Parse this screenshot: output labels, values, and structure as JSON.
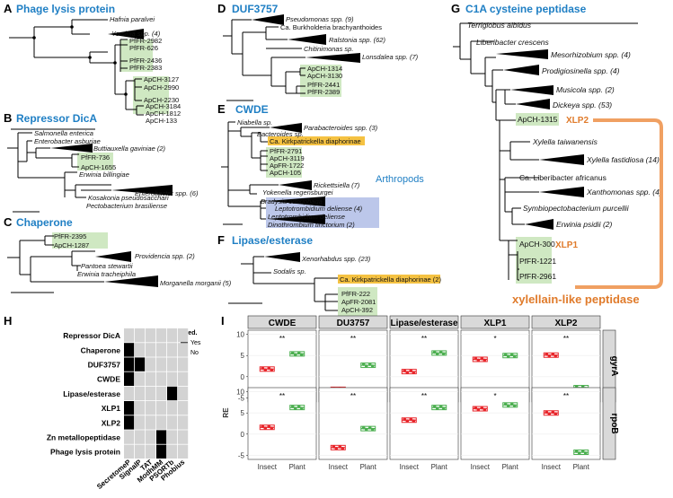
{
  "panels": {
    "A": {
      "letter": "A",
      "title": "Phage lysis protein",
      "taxa": [
        "Hafnia paralvei",
        "Yersinia spp. (4)",
        "PfFR-2982",
        "PfFR-626",
        "PfFR-2436",
        "PfFR-2383",
        "ApCH-3127",
        "ApCH-2990",
        "ApCH-2230",
        "ApCH-3184",
        "ApCH-1812",
        "ApCH-133"
      ]
    },
    "B": {
      "letter": "B",
      "title": "Repressor DicA",
      "taxa": [
        "Salmonella enterica",
        "Enterobacter asburiae",
        "Buttiauxella gaviniae (2)",
        "PfFR-736",
        "ApCH-1655",
        "Erwinia billingiae",
        "Enterobacter spp. (6)",
        "Kosakonia pseudosacchari",
        "Pectobacterium brasiliense"
      ]
    },
    "C": {
      "letter": "C",
      "title": "Chaperone",
      "taxa": [
        "PfFR-2395",
        "ApCH-1287",
        "Providencia spp. (2)",
        "Pantoea stewartii",
        "Erwinia tracheiphila",
        "Morganella morganii (5)"
      ]
    },
    "D": {
      "letter": "D",
      "title": "DUF3757",
      "taxa": [
        "Pseudomonas spp. (9)",
        "Ca. Burkholderia brachyanthoides",
        "Ralstonia spp. (62)",
        "Chitinimonas sp.",
        "Lonsdalea spp. (7)",
        "ApCH-1314",
        "ApCH-3130",
        "PfFR-2441",
        "PfFR-2389"
      ]
    },
    "E": {
      "letter": "E",
      "title": "CWDE",
      "group_label": "Arthropods",
      "taxa": [
        "Niabella sp.",
        "Parabacteroides spp. (3)",
        "Bacteroides sp.",
        "Ca. Kirkpatrickella diaphorinae",
        "PfFR-2791",
        "ApCH-3119",
        "ApFR-1722",
        "ApCH-105",
        "Rickettsiella (7)",
        "Yokenella regensburgei",
        "Bradysia odoriphaga",
        "Leptotrombidium deliense (4)",
        "Leptotrombidium deliense",
        "Dinothrombium tinctorium (2)"
      ]
    },
    "F": {
      "letter": "F",
      "title": "Lipase/esterase",
      "taxa": [
        "Xenorhabdus spp. (23)",
        "Sodalis sp.",
        "Ca. Kirkpatrickella diaphorinae (2)",
        "PfFR-222",
        "ApFR-2081",
        "ApCH-392"
      ]
    },
    "G": {
      "letter": "G",
      "title": "C1A cysteine peptidase",
      "taxa": [
        "Terriglobus albidus",
        "Liberibacter crescens",
        "Mesorhizobium spp. (4)",
        "Prodigiosinella spp. (4)",
        "Musicola spp. (2)",
        "Dickeya spp. (53)",
        "ApCH-1315",
        "Xylella taiwanensis",
        "Xylella fastidiosa (14)",
        "Ca. Liberibacter africanus",
        "Xanthomonas spp. (4)",
        "Symbiopectobacterium purcellii",
        "Erwinia psidii (2)",
        "ApCH-300",
        "PfFR-1221",
        "PfFR-2961"
      ],
      "xlp2": "XLP2",
      "xlp1": "XLP1",
      "bracket_label": "xylellain-like peptidase"
    },
    "H": {
      "letter": "H",
      "rows": [
        "Repressor DicA",
        "Chaperone",
        "DUF3757",
        "CWDE",
        "Lipase/esterase",
        "XLP1",
        "XLP2",
        "Zn metallopeptidase",
        "Phage lysis protein"
      ],
      "cols": [
        "SecretomeP",
        "SignalP",
        "TAT",
        "ModhMM",
        "PSORTb",
        "Phobius"
      ],
      "matrix": [
        [
          0,
          0,
          0,
          0,
          0,
          0
        ],
        [
          1,
          0,
          0,
          0,
          0,
          0
        ],
        [
          1,
          1,
          0,
          0,
          0,
          0
        ],
        [
          1,
          0,
          0,
          0,
          0,
          0
        ],
        [
          0,
          0,
          0,
          0,
          1,
          0
        ],
        [
          1,
          0,
          0,
          0,
          0,
          0
        ],
        [
          1,
          0,
          0,
          0,
          0,
          0
        ],
        [
          0,
          0,
          0,
          1,
          0,
          0
        ],
        [
          0,
          0,
          0,
          1,
          0,
          0
        ]
      ],
      "legend_title": "Pred.",
      "legend_yes": "Yes",
      "legend_no": "No",
      "colors": {
        "yes": "#000000",
        "no": "#d3d3d3"
      }
    },
    "I": {
      "letter": "I",
      "y_label": "RE",
      "x_categories": [
        "Insect",
        "Plant"
      ],
      "facets": [
        "CWDE",
        "DU3757",
        "Lipase/esterase",
        "XLP1",
        "XLP2"
      ],
      "rows": [
        "gyrA",
        "rpoB"
      ],
      "yticks": [
        "-5",
        "0",
        "5",
        "10"
      ],
      "colors": {
        "insect": "#e8262b",
        "plant": "#4caf50"
      }
    }
  },
  "chart_data": {
    "type": "box",
    "facets": [
      "CWDE",
      "DU3757",
      "Lipase/esterase",
      "XLP1",
      "XLP2"
    ],
    "rows": [
      "gyrA",
      "rpoB"
    ],
    "categories": [
      "Insect",
      "Plant"
    ],
    "ylim": [
      -5,
      10
    ],
    "ylabel": "RE",
    "cells": [
      {
        "facet": "CWDE",
        "row": "gyrA",
        "insect": 1.8,
        "plant": 5.4,
        "sig": "**"
      },
      {
        "facet": "DU3757",
        "row": "gyrA",
        "insect": -3.0,
        "plant": 2.7,
        "sig": "**"
      },
      {
        "facet": "Lipase/esterase",
        "row": "gyrA",
        "insect": 1.2,
        "plant": 5.6,
        "sig": "**"
      },
      {
        "facet": "XLP1",
        "row": "gyrA",
        "insect": 4.1,
        "plant": 5.0,
        "sig": "*"
      },
      {
        "facet": "XLP2",
        "row": "gyrA",
        "insect": 5.1,
        "plant": -2.6,
        "sig": "**"
      },
      {
        "facet": "CWDE",
        "row": "rpoB",
        "insect": 1.6,
        "plant": 6.3,
        "sig": "**"
      },
      {
        "facet": "DU3757",
        "row": "rpoB",
        "insect": -3.2,
        "plant": 1.3,
        "sig": "**"
      },
      {
        "facet": "Lipase/esterase",
        "row": "rpoB",
        "insect": 3.3,
        "plant": 6.3,
        "sig": "**"
      },
      {
        "facet": "XLP1",
        "row": "rpoB",
        "insect": 6.0,
        "plant": 6.9,
        "sig": "*"
      },
      {
        "facet": "XLP2",
        "row": "rpoB",
        "insect": 5.0,
        "plant": -4.3,
        "sig": "**"
      }
    ]
  }
}
